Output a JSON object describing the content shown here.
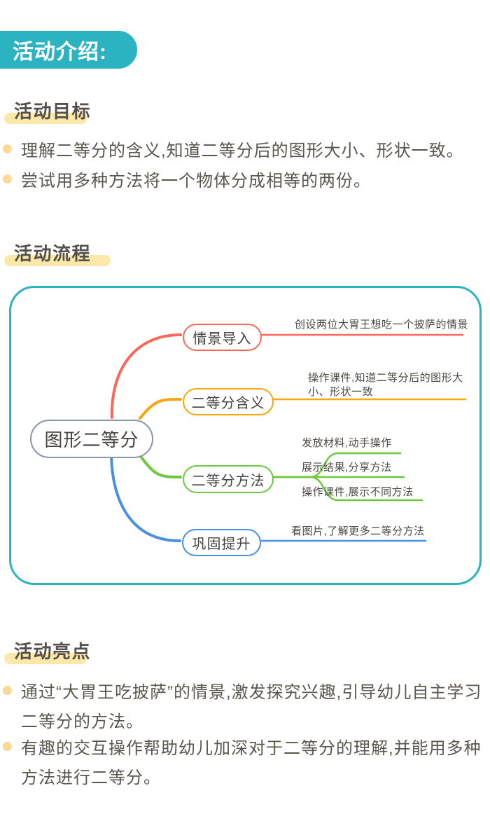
{
  "badge": {
    "label": "活动介绍:"
  },
  "sections": {
    "goals": {
      "heading": "活动目标",
      "bullets": [
        "理解二等分的含义,知道二等分后的图形大小、形状一致。",
        "尝试用多种方法将一个物体分成相等的两份。"
      ]
    },
    "process": {
      "heading": "活动流程"
    },
    "highlights": {
      "heading": "活动亮点",
      "bullets": [
        "通过“大胃王吃披萨”的情景,激发探究兴趣,引导幼儿自主学习二等分的方法。",
        "有趣的交互操作帮助幼儿加深对于二等分的理解,并能用多种方法进行二等分。"
      ]
    }
  },
  "mindmap": {
    "root": {
      "label": "图形二等分"
    },
    "branches": [
      {
        "label": "情景导入",
        "color": "#f8695a",
        "note": "创设两位大胃王想吃一个披萨的情景"
      },
      {
        "label": "二等分含义",
        "color": "#f7a60e",
        "note": "操作课件,知道二等分后的图形大小、形状一致"
      },
      {
        "label": "二等分方法",
        "color": "#6ec83e",
        "children": [
          "发放材料,动手操作",
          "展示结果,分享方法",
          "操作课件,展示不同方法"
        ]
      },
      {
        "label": "巩固提升",
        "color": "#4a90e2",
        "note": "看图片,了解更多二等分方法"
      }
    ]
  },
  "palette": {
    "teal": "#2bb3c2",
    "red": "#f8695a",
    "orange": "#f7a60e",
    "green": "#6ec83e",
    "blue": "#4a90e2",
    "root_border": "#8995aa",
    "highlight_yellow": "#fce9aa",
    "bullet_dot": "#f8da96",
    "text_dark": "#55504a"
  }
}
